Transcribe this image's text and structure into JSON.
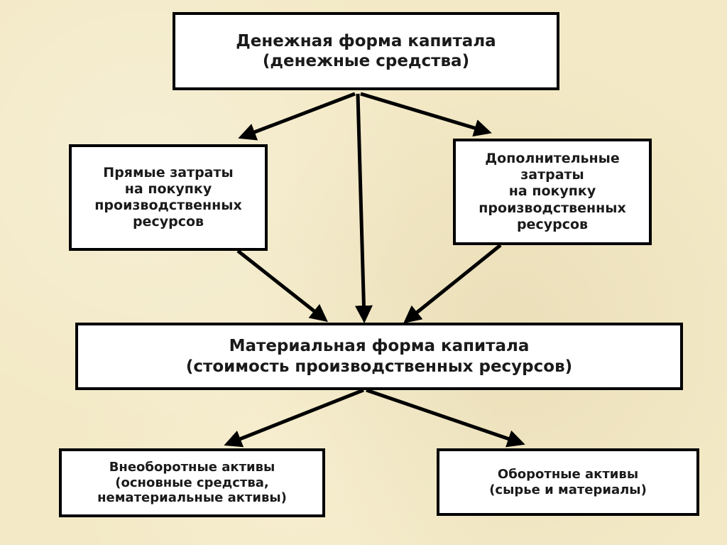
{
  "boxes": {
    "money_capital": {
      "line1": "Денежная форма капитала",
      "line2": "(денежные средства)"
    },
    "direct_costs": {
      "line1": "Прямые затраты",
      "line2": "на покупку",
      "line3": "производственных",
      "line4": "ресурсов"
    },
    "additional_costs": {
      "line1": "Дополнительные",
      "line2": "затраты",
      "line3": "на покупку",
      "line4": "производственных",
      "line5": "ресурсов"
    },
    "material_capital": {
      "line1": "Материальная форма капитала",
      "line2": "(стоимость производственных ресурсов)"
    },
    "noncurrent_assets": {
      "line1": "Внеоборотные активы",
      "line2": "(основные средства,",
      "line3": "нематериальные активы)"
    },
    "current_assets": {
      "line1": "Оборотные активы",
      "line2": "(сырье и материалы)"
    }
  }
}
